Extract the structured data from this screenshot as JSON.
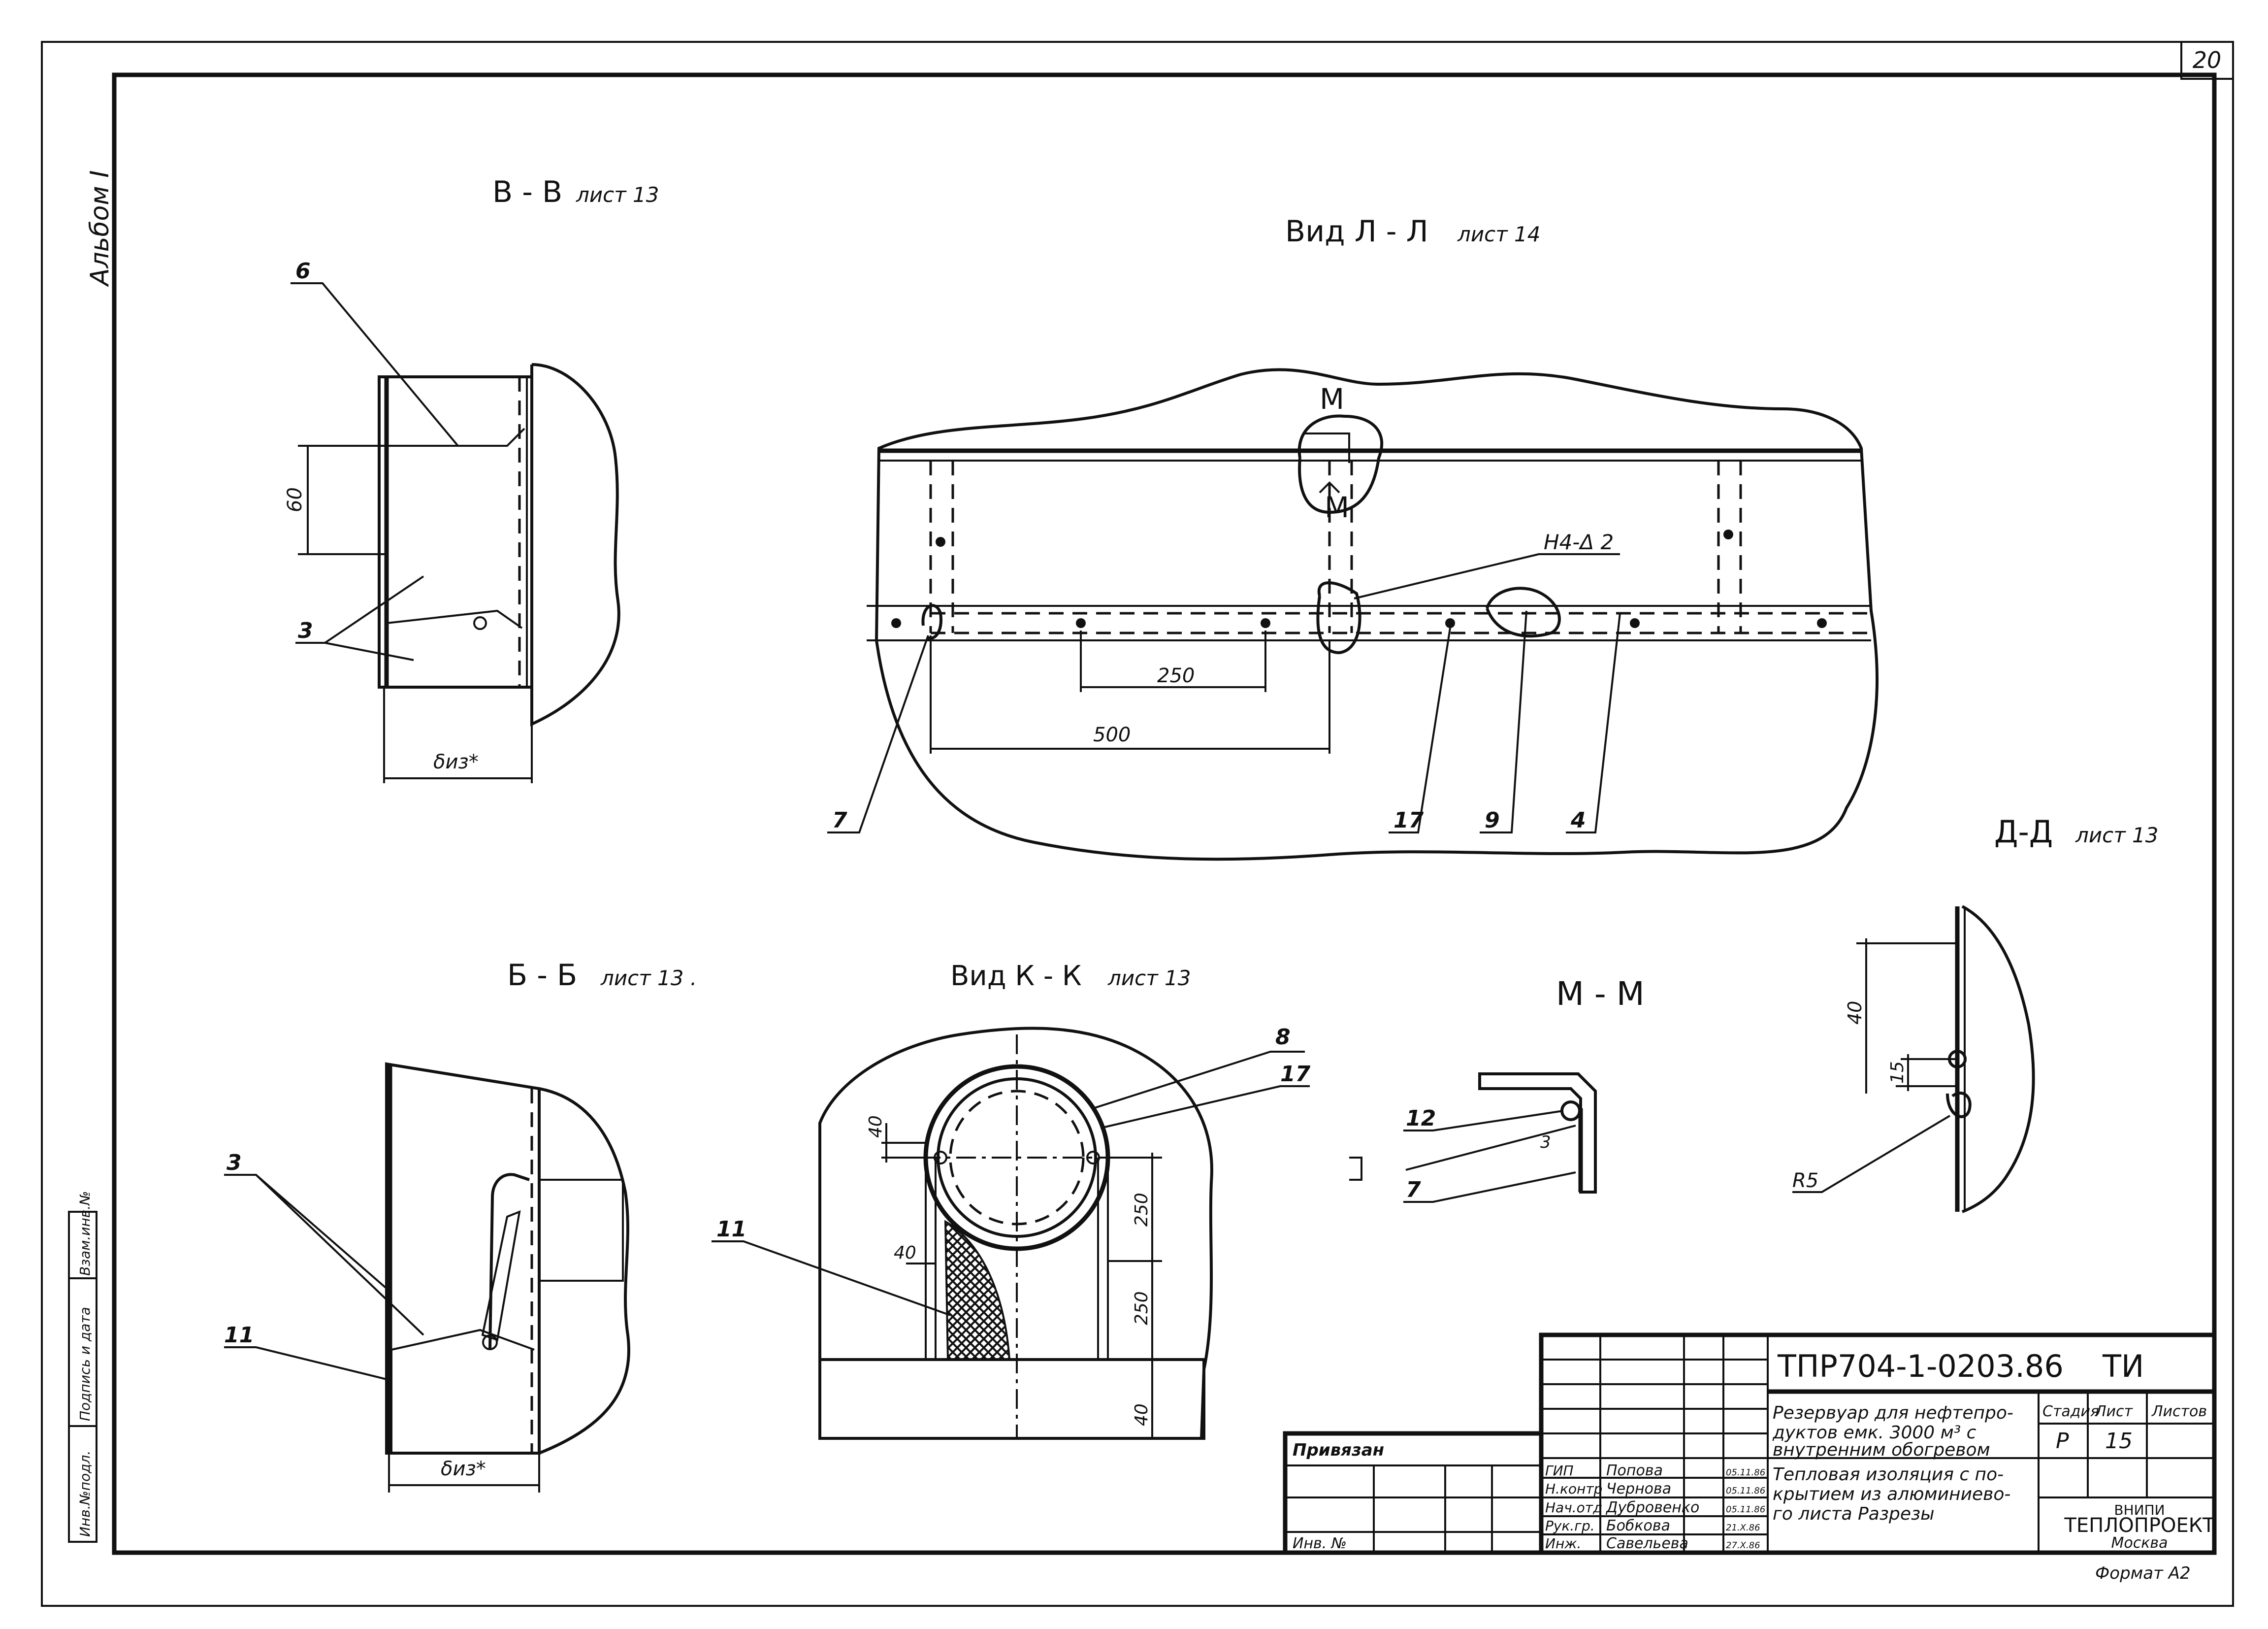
{
  "sheet": {
    "page_number": "20",
    "album_label": "Альбом I",
    "format": "Формат А2"
  },
  "side_stamp": [
    "Инв.№подл.",
    "Подпись и дата",
    "Взам.инв.№"
  ],
  "views": {
    "vv": {
      "title": "В - В",
      "ref": "лист 13",
      "callouts": [
        "6",
        "3"
      ],
      "dims": [
        "60",
        "δиз*"
      ]
    },
    "ll": {
      "title": "Вид Л - Л",
      "ref": "лист 14",
      "section_mark": "М",
      "callouts": [
        "7",
        "17",
        "9",
        "4"
      ],
      "note": "Н4-Δ 2",
      "dims": [
        "250",
        "500"
      ]
    },
    "bb": {
      "title": "Б - Б",
      "ref": "лист 13 .",
      "callouts": [
        "3",
        "11"
      ],
      "dims": [
        "δиз*"
      ]
    },
    "kk": {
      "title": "Вид К - К",
      "ref": "лист 13",
      "callouts": [
        "8",
        "17",
        "11"
      ],
      "dims": [
        "40",
        "40",
        "250",
        "250",
        "40"
      ]
    },
    "mm": {
      "title": "М - М",
      "callouts": [
        "12",
        "7"
      ],
      "dims": [
        "3"
      ]
    },
    "dd": {
      "title": "Д-Д",
      "ref": "лист 13",
      "dims": [
        "40",
        "15",
        "R5"
      ]
    }
  },
  "title_block": {
    "code": "ТПР704-1-0203.86",
    "section": "ТИ",
    "bound_label": "Привязан",
    "inv_label": "Инв. №",
    "project_title": [
      "Резервуар для нефтепро-",
      "дуктов  емк. 3000 м³ с",
      "внутренним обогревом"
    ],
    "sheet_title": [
      "Тепловая изоляция с по-",
      "крытием из алюминиево-",
      "го   листа    Разрезы"
    ],
    "stage_label": "Стадия",
    "sheet_label": "Лист",
    "sheets_label": "Листов",
    "stage": "Р",
    "sheet_no": "15",
    "sheets_total": "",
    "org": [
      "ВНИПИ",
      "ТЕПЛОПРОЕКТ",
      "Москва"
    ],
    "people": [
      {
        "role": "ГИП",
        "name": "Попова",
        "date": "05.11.86"
      },
      {
        "role": "Н.контр",
        "name": "Чернова",
        "date": "05.11.86"
      },
      {
        "role": "Нач.отд",
        "name": "Дубровенко",
        "date": "05.11.86"
      },
      {
        "role": "Рук.гр.",
        "name": "Бобкова",
        "date": "21.X.86"
      },
      {
        "role": "Инж.",
        "name": "Савельева",
        "date": "27.X.86"
      }
    ]
  }
}
